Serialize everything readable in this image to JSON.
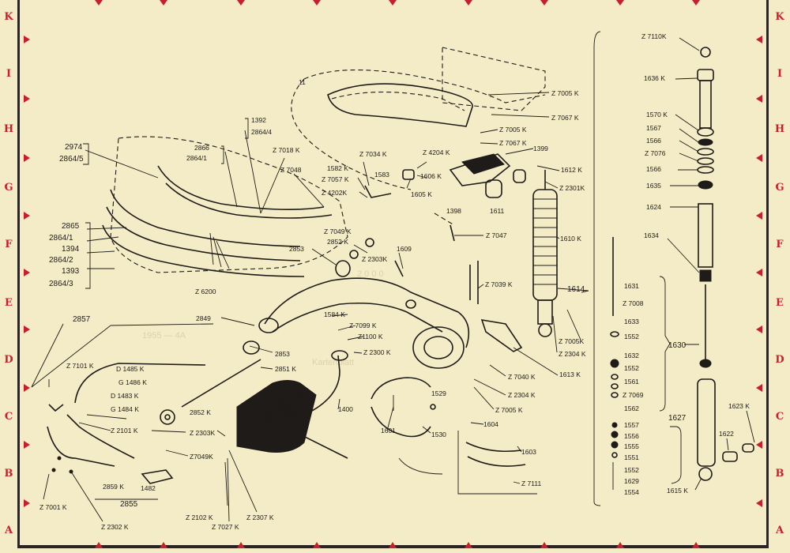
{
  "grid": {
    "left": [
      "K",
      "I",
      "H",
      "G",
      "F",
      "E",
      "D",
      "C",
      "B",
      "A"
    ],
    "right": [
      "K",
      "I",
      "H",
      "G",
      "F",
      "E",
      "D",
      "C",
      "B",
      "A"
    ]
  },
  "colors": {
    "paper": "#f4ecc6",
    "ink": "#1e1b18",
    "markers": "#c8202a",
    "border": "#2a2522"
  },
  "ghost_text": [
    "2 0 0 0",
    "1955 — 4A",
    "Kartenblatt"
  ],
  "labels": {
    "l2974": "2974",
    "l2864_5": "2864/5",
    "l2866": "2866",
    "l2864_1a": "2864/1",
    "l1392": "1392",
    "l2864_4": "2864/4",
    "z7018": "Z 7018 K",
    "z7048": "Z 7048",
    "l2865": "2865",
    "l2864_1": "2864/1",
    "l1394": "1394",
    "l2864_2": "2864/2",
    "l1393": "1393",
    "l2864_3": "2864/3",
    "z6200": "Z 6200",
    "z7049a": "Z 7049 K",
    "l2852a": "2852 K",
    "l2853a": "2853",
    "z2303a": "Z 2303K",
    "l1609": "1609",
    "l1582": "1582 K",
    "z7057": "Z 7057 K",
    "l1583": "1583",
    "z4202": "Z 4202K",
    "z7034": "Z 7034 K",
    "z4204": "Z 4204 K",
    "l1606": "1606 K",
    "l1605": "1605 K",
    "l1398": "1398",
    "l1611": "1611",
    "l1399": "1399",
    "l1612": "1612 K",
    "z2301": "Z 2301K",
    "z7005a": "Z 7005 K",
    "z7067a": "Z 7067 K",
    "z7005b": "Z 7005 K",
    "z7067b": "Z 7067 K",
    "z7047": "Z 7047",
    "l1610": "1610 K",
    "z7039": "Z 7039 K",
    "l1614": "1614",
    "l1584": "1584 K",
    "z7099": "Z 7099 K",
    "z1100": "Z1100 K",
    "z2300": "Z 2300 K",
    "l2849": "2849",
    "l2853b": "2853",
    "l2851": "2851 K",
    "z7005c": "Z 7005K",
    "z2304a": "Z 2304 K",
    "l1613": "1613 K",
    "z7040": "Z 7040 K",
    "z2304b": "Z 2304 K",
    "z7005d": "Z 7005 K",
    "l1529": "1529",
    "l1601": "1601",
    "l1530": "1530",
    "l1604": "1604",
    "l1603": "1603",
    "z7111": "Z 7111",
    "l1400": "1400",
    "l2852b": "2852 K",
    "z2303b": "Z 2303K",
    "z7049b": "Z7049K",
    "z2102": "Z 2102 K",
    "z7027": "Z 7027 K",
    "z2307": "Z 2307 K",
    "l2857": "2857",
    "z7101": "Z 7101 K",
    "d1485": "D 1485 K",
    "g1486": "G 1486 K",
    "d1483": "D 1483 K",
    "g1484": "G 1484 K",
    "z2101": "Z 2101 K",
    "l2859": "2859 K",
    "l1482": "1482",
    "l2855": "2855",
    "z7001": "Z 7001 K",
    "z2302": "Z 2302 K",
    "z7110": "Z 7110K",
    "l1636": "1636 K",
    "l1570": "1570 K",
    "l1567": "1567",
    "l1566a": "1566",
    "z7076": "Z 7076",
    "l1566b": "1566",
    "l1635": "1635",
    "l1624": "1624",
    "l1634": "1634",
    "l1631": "1631",
    "z7008": "Z 7008",
    "l1633": "1633",
    "l1552a": "1552",
    "l1632": "1632",
    "l1552b": "1552",
    "l1561": "1561",
    "z7069": "Z 7069",
    "l1562": "1562",
    "l1630": "1630",
    "l1627": "1627",
    "l1623": "1623 K",
    "l1557": "1557",
    "l1556": "1556",
    "l1555": "1555",
    "l1551": "1551",
    "l1552c": "1552",
    "l1629": "1629",
    "l1554": "1554",
    "l1615": "1615 K",
    "l1622": "1622",
    "l11": "11"
  }
}
